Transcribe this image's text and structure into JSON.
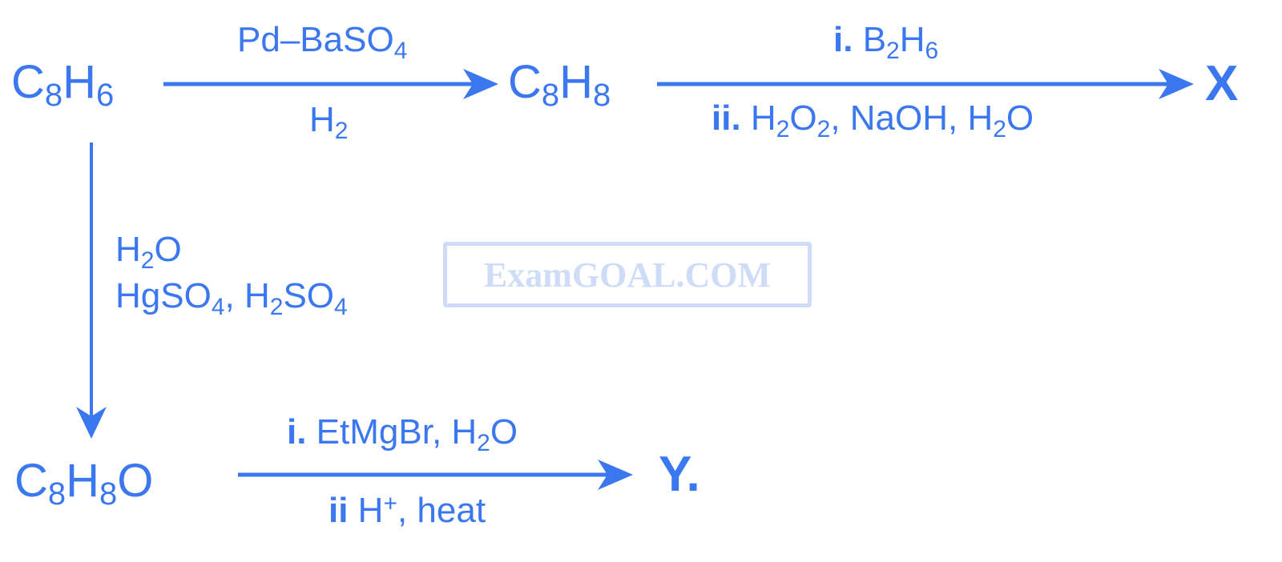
{
  "scheme": {
    "color_primary": "#3b78f0",
    "color_watermark": "#cfdcf7",
    "compounds": {
      "start": {
        "el1": "C",
        "n1": "8",
        "el2": "H",
        "n2": "6",
        "formula": "C8H6"
      },
      "alkene": {
        "el1": "C",
        "n1": "8",
        "el2": "H",
        "n2": "8",
        "formula": "C8H8"
      },
      "ketone": {
        "el1": "C",
        "n1": "8",
        "el2": "H",
        "n2": "8",
        "el3": "O",
        "formula": "C8H8O"
      },
      "product_x": "X",
      "product_y": "Y."
    },
    "reactions": {
      "r1": {
        "above": {
          "text": "Pd–BaSO",
          "sub": "4"
        },
        "below": {
          "text": "H",
          "sub": "2"
        }
      },
      "r2": {
        "above": {
          "step": "i.",
          "text1": "B",
          "sub1": "2",
          "text2": "H",
          "sub2": "6"
        },
        "below": {
          "step": "ii.",
          "t1": "H",
          "s1": "2",
          "t2": "O",
          "s2": "2",
          "t3": ", NaOH, H",
          "s3": "2",
          "t4": "O"
        }
      },
      "r3": {
        "line1": {
          "t1": "H",
          "s1": "2",
          "t2": "O"
        },
        "line2": {
          "t1": "HgSO",
          "s1": "4",
          "t2": ", H",
          "s2": "2",
          "t3": "SO",
          "s3": "4"
        }
      },
      "r4": {
        "above": {
          "step": "i.",
          "t1": " EtMgBr, H",
          "s1": "2",
          "t2": "O"
        },
        "below": {
          "step": "ii",
          "t1": " H",
          "sup1": "+",
          "t2": ", heat"
        }
      }
    },
    "watermark": "ExamGOAL.COM"
  }
}
